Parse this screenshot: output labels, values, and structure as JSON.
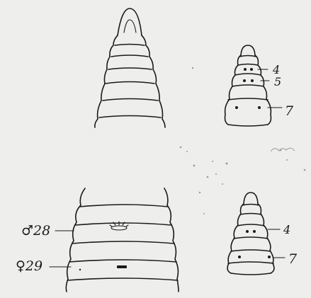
{
  "labels": {
    "upper_right": {
      "a": "4",
      "b": "5",
      "c": "7"
    },
    "lower_right": {
      "a": "4",
      "b": "7"
    },
    "lower_left": {
      "male": "♂28",
      "female": "♀29"
    }
  }
}
